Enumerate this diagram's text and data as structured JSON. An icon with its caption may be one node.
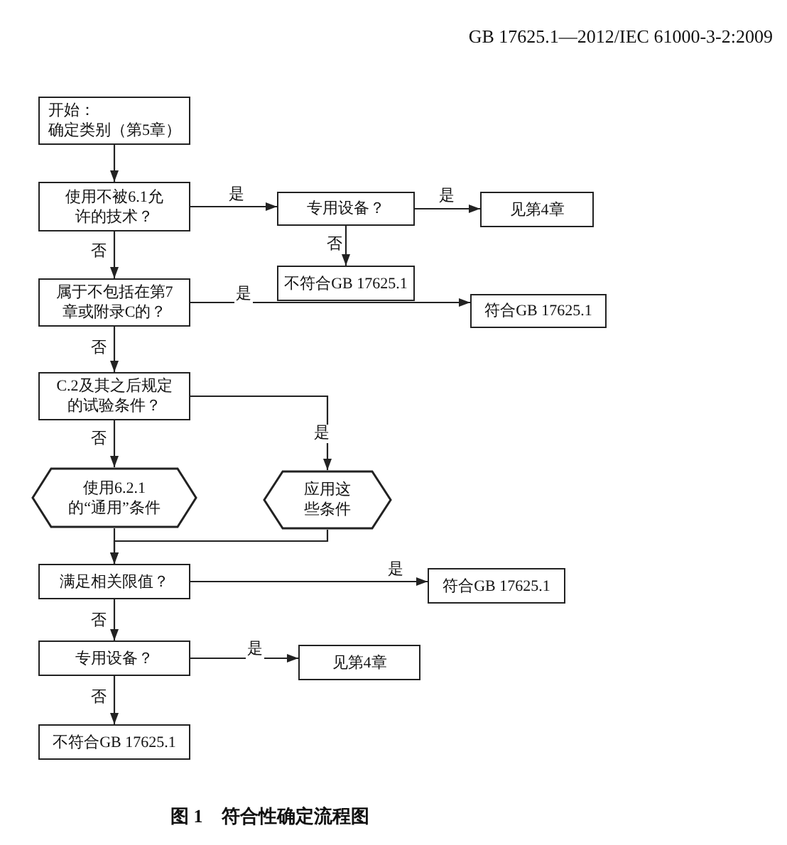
{
  "diagram": {
    "caption": "图 1　符合性确定流程图",
    "nodes": [
      {
        "text": [
          "开始：",
          "确定类别（第5章）"
        ]
      },
      {
        "text": [
          "使用不被6.1允许的技术？"
        ]
      },
      {
        "text": [
          "专用设备？"
        ]
      },
      {
        "text": [
          "见第4章"
        ]
      },
      {
        "text": [
          "不符合GB 17625.1"
        ]
      },
      {
        "text": [
          "属于不包括在第7章或附录C的？"
        ]
      },
      {
        "text": [
          "符合GB 17625.1"
        ]
      },
      {
        "text": [
          "C.2及其之后规定的试验条件？"
        ]
      },
      {
        "text": [
          "使用6.2.1的“通用”条件"
        ]
      },
      {
        "text": [
          "应用这些条件"
        ]
      },
      {
        "text": [
          "满足相关限值？"
        ]
      },
      {
        "text": [
          "符合GB 17625.1"
        ]
      },
      {
        "text": [
          "专用设备？"
        ]
      },
      {
        "text": [
          "见第4章"
        ]
      },
      {
        "text": [
          "不符合GB 17625.1"
        ]
      }
    ],
    "edges": [
      {
        "from": 0,
        "to": 1,
        "arrow": "to"
      },
      {
        "from": 1,
        "to": 2,
        "arrow": "to",
        "label": "是"
      },
      {
        "from": 1,
        "to": 5,
        "arrow": "to",
        "label": "否"
      },
      {
        "from": 2,
        "to": 3,
        "arrow": "to",
        "label": "是"
      },
      {
        "from": 2,
        "to": 4,
        "arrow": "to",
        "label": "否"
      },
      {
        "from": 5,
        "to": 6,
        "arrow": "to",
        "label": "是"
      },
      {
        "from": 5,
        "to": 7,
        "arrow": "to",
        "label": "否"
      },
      {
        "from": 7,
        "to": 8,
        "arrow": "to",
        "label": "否"
      },
      {
        "from": 7,
        "to": 9,
        "arrow": "to",
        "label": "是"
      },
      {
        "from": 8,
        "to": 10,
        "arrow": "to"
      },
      {
        "from": 9,
        "to": 10,
        "arrow": "to"
      },
      {
        "from": 10,
        "to": 11,
        "arrow": "to",
        "label": "是"
      },
      {
        "from": 10,
        "to": 12,
        "arrow": "to",
        "label": "否"
      },
      {
        "from": 12,
        "to": 13,
        "arrow": "to",
        "label": "是"
      },
      {
        "from": 12,
        "to": 14,
        "arrow": "to",
        "label": "否"
      }
    ],
    "labels": [
      "GB 17625.1—2012/IEC 61000-3-2:2009"
    ]
  }
}
